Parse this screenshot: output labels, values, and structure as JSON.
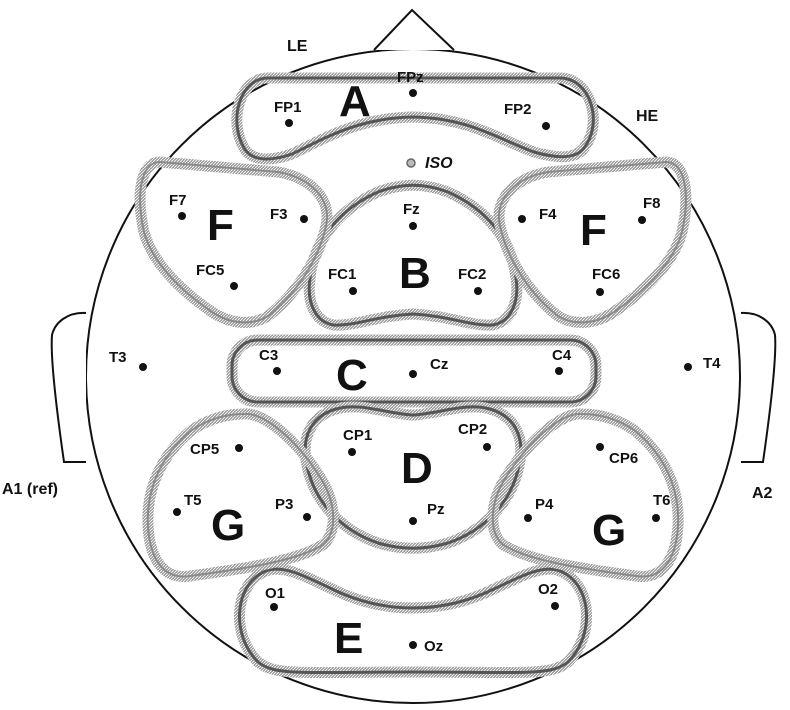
{
  "side_labels": {
    "le": "LE",
    "he": "HE",
    "a1": "A1 (ref)",
    "a2": "A2",
    "iso": "ISO"
  },
  "regions": {
    "A": "A",
    "B": "B",
    "C": "C",
    "D": "D",
    "E": "E",
    "F_left": "F",
    "F_right": "F",
    "G_left": "G",
    "G_right": "G"
  },
  "electrodes": {
    "FPz": "FPz",
    "FP1": "FP1",
    "FP2": "FP2",
    "F7": "F7",
    "F3": "F3",
    "Fz": "Fz",
    "F4": "F4",
    "F8": "F8",
    "FC5": "FC5",
    "FC1": "FC1",
    "FC2": "FC2",
    "FC6": "FC6",
    "T3": "T3",
    "C3": "C3",
    "Cz": "Cz",
    "C4": "C4",
    "T4": "T4",
    "CP5": "CP5",
    "CP1": "CP1",
    "CP2": "CP2",
    "CP6": "CP6",
    "T5": "T5",
    "P3": "P3",
    "Pz": "Pz",
    "P4": "P4",
    "T6": "T6",
    "O1": "O1",
    "O2": "O2",
    "Oz": "Oz"
  },
  "colors": {
    "outline": "#111111",
    "region_inner": "#555555",
    "region_outer": "#8a8a8a",
    "dot": "#111111"
  }
}
